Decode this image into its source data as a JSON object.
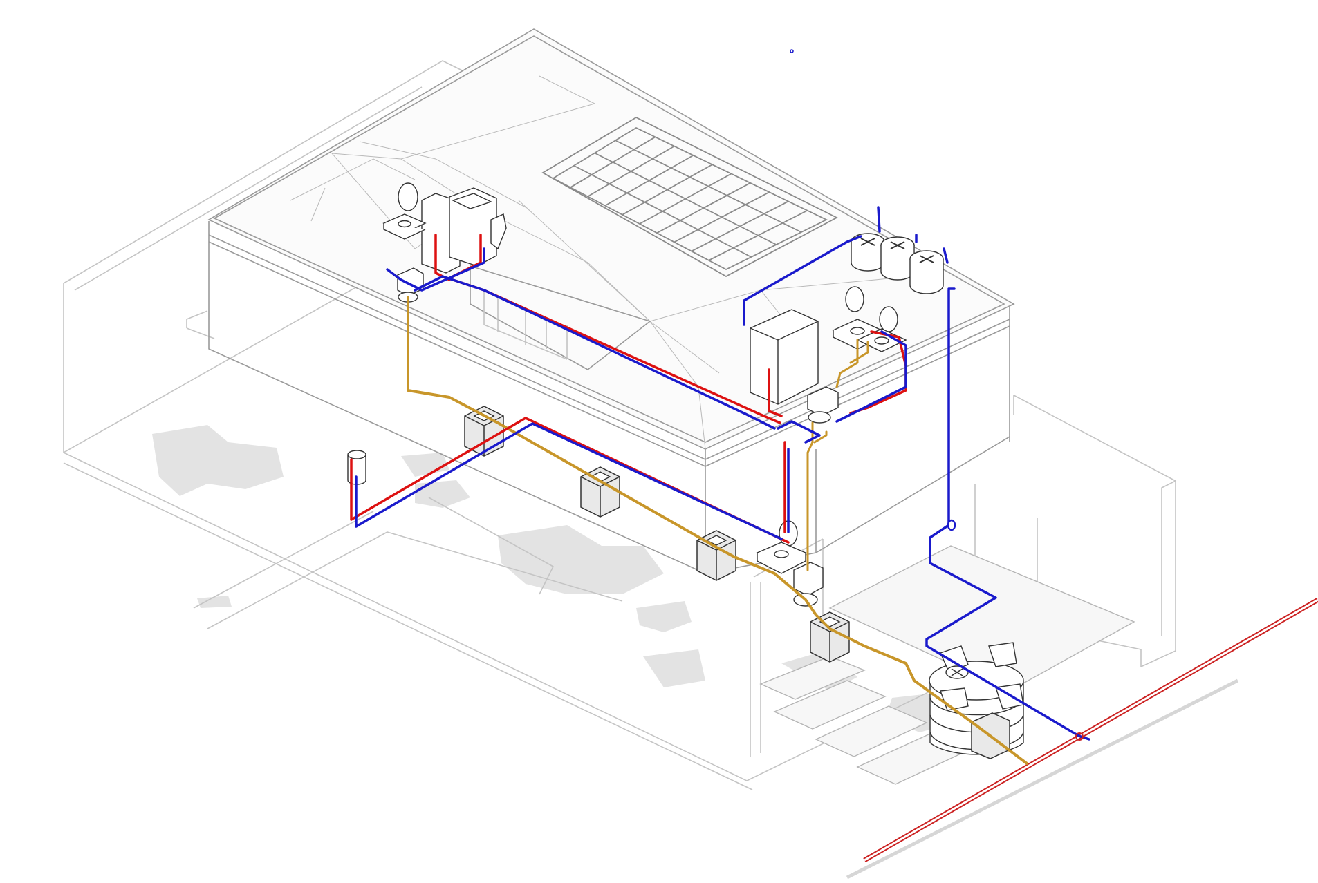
{
  "colors": {
    "background": "#ffffff",
    "building_lines": "#c4c4c4",
    "roof_outline": "#9a9a9a",
    "cold_water_pipe": "#1a1acc",
    "hot_water_pipe": "#dd1111",
    "drain_pipe": "#c8962a",
    "main_supply_pipe": "#cc2222",
    "fixtures": "#333333",
    "shadows": "#e3e3e3"
  },
  "diagram": {
    "view": "isometric",
    "subject": "house",
    "visible_text": "none",
    "pipe_systems": [
      "cold_water_pipe",
      "hot_water_pipe",
      "drain_pipe",
      "main_supply_pipe"
    ],
    "components": [
      "roof-tank-icon",
      "water-heater-icon",
      "toilet-icon",
      "sink-icon",
      "shower-enclosure-icon",
      "inspection-box-icon",
      "cistern-icon",
      "skylight-grid-icon"
    ]
  }
}
